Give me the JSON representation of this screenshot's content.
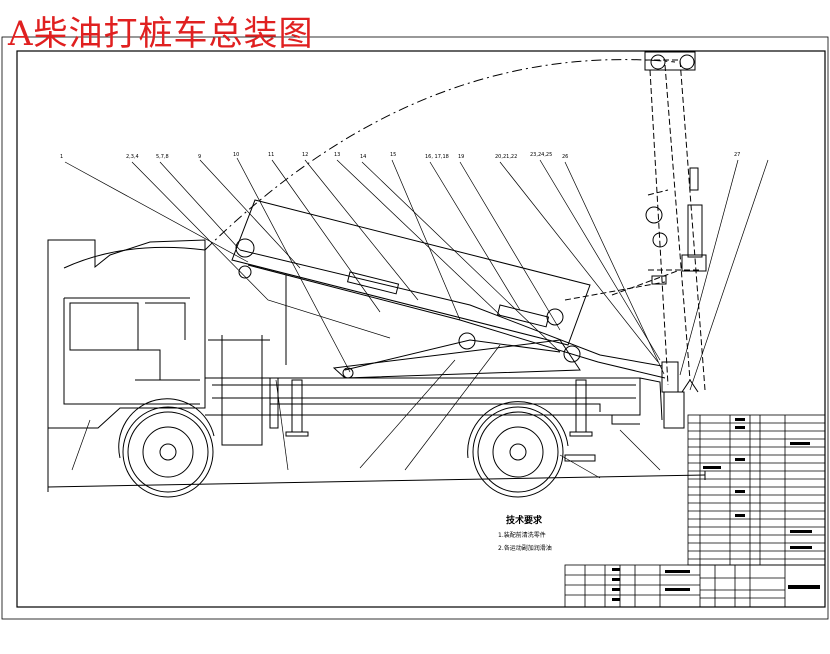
{
  "title": "A柴油打桩车总装图",
  "notes": {
    "heading": "技术要求",
    "lines": [
      "1.装配前清洗零件",
      "2.各运动副加润滑油"
    ]
  },
  "balloons": [
    "1",
    "2,3,4",
    "5,7,8",
    "9",
    "10",
    "11",
    "12",
    "13",
    "14",
    "15",
    "16, 17,18",
    "19",
    "20,21,22",
    "23,24,25",
    "26",
    "27"
  ],
  "colors": {
    "title": "#e02020",
    "lines": "#000000"
  }
}
